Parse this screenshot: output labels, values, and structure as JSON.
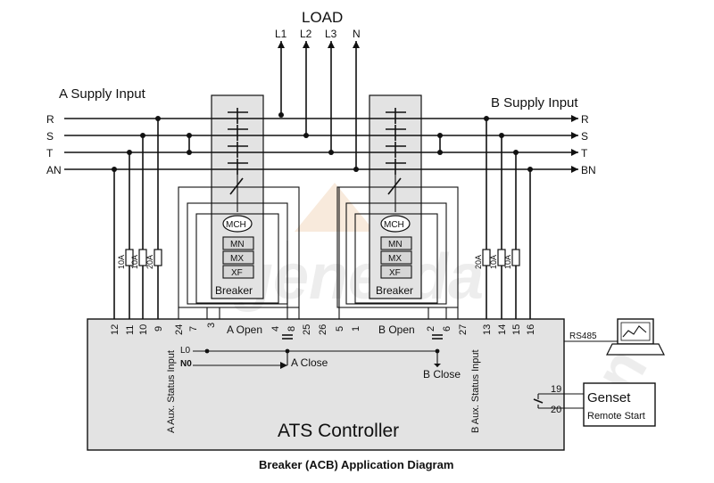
{
  "load": {
    "title": "LOAD",
    "lines": [
      "L1",
      "L2",
      "L3",
      "N"
    ]
  },
  "supply_a": {
    "title": "A Supply Input",
    "phases": [
      "R",
      "S",
      "T",
      "AN"
    ]
  },
  "supply_b": {
    "title": "B Supply Input",
    "phases": [
      "R",
      "S",
      "T",
      "BN"
    ]
  },
  "breaker_a": {
    "label": "Breaker",
    "coils": [
      "MCH",
      "MN",
      "MX",
      "XF"
    ]
  },
  "breaker_b": {
    "label": "Breaker",
    "coils": [
      "MCH",
      "MN",
      "MX",
      "XF"
    ]
  },
  "fuses": {
    "a": [
      "10A",
      "10A",
      "20A"
    ],
    "b": [
      "20A",
      "10A",
      "10A"
    ]
  },
  "controller": {
    "title": "ATS Controller",
    "terminals_top": [
      "12",
      "11",
      "10",
      "9",
      "24",
      "7",
      "3",
      "4",
      "8",
      "25",
      "26",
      "5",
      "1",
      "2",
      "6",
      "27",
      "13",
      "14",
      "15",
      "16"
    ],
    "a_open": "A Open",
    "a_close": "A Close",
    "b_open": "B Open",
    "b_close": "B Close",
    "l0": "L0",
    "n0": "N0",
    "a_aux": "A Aux. Status Input",
    "b_aux": "B Aux. Status Input",
    "rs485": "RS485",
    "terminals_side": [
      "19",
      "20"
    ]
  },
  "genset": {
    "title": "Genset",
    "subtitle": "Remote Start"
  },
  "caption": "Breaker (ACB) Application Diagram"
}
